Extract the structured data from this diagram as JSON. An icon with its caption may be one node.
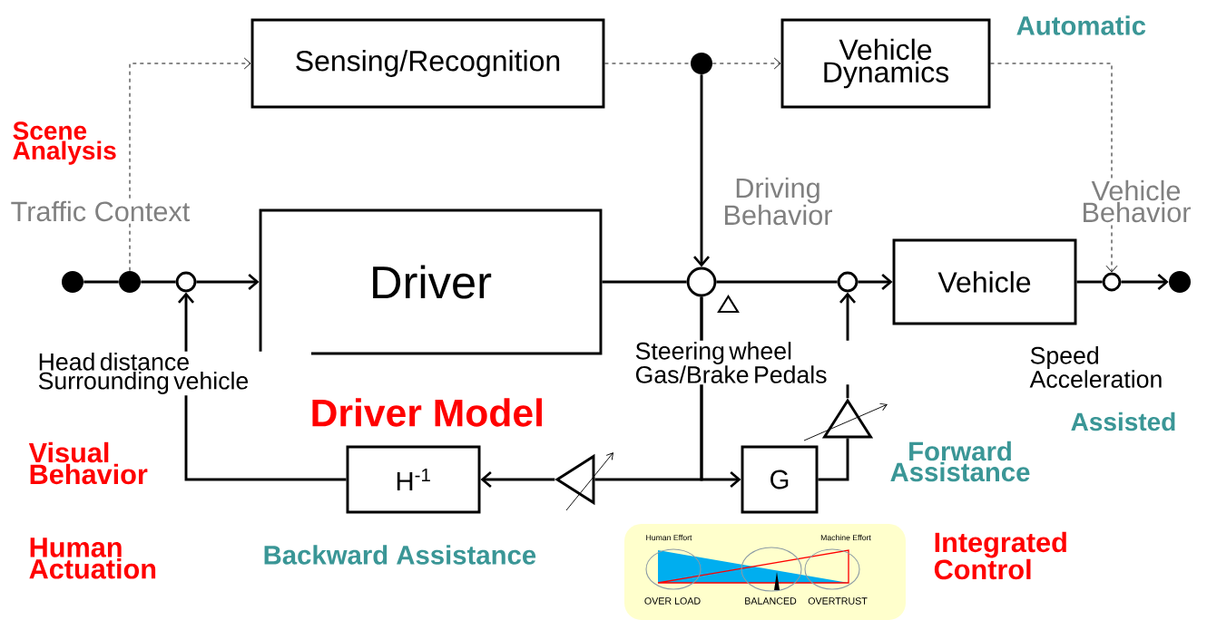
{
  "diagram": {
    "nodes": [
      {
        "text": [
          "Sensing/Recognition"
        ]
      },
      {
        "text": [
          "Vehicle Dynamics"
        ]
      },
      {
        "text": [
          "Driver"
        ]
      },
      {
        "text": [
          "Vehicle"
        ]
      },
      {
        "text": [
          "H$^{-1}$"
        ]
      },
      {
        "text": [
          "G"
        ]
      },
      {
        "text": [],
        "shape": "dot"
      },
      {
        "text": [],
        "shape": "dot"
      },
      {
        "text": [],
        "shape": "circle"
      },
      {
        "text": [],
        "shape": "circle"
      },
      {
        "text": [],
        "shape": "circle"
      },
      {
        "text": [],
        "shape": "circle"
      },
      {
        "text": [],
        "shape": "dot"
      },
      {
        "text": [],
        "shape": "dot"
      },
      {
        "text": [],
        "shape": "triangle"
      },
      {
        "text": [],
        "shape": "triangle"
      },
      {
        "text": [
          "Human Effort",
          "Machine Effort",
          "OVER LOAD",
          "BALANCED",
          "OVERTRUST"
        ]
      }
    ],
    "edges": [
      {
        "from": 6,
        "to": 7,
        "arrow": "none"
      },
      {
        "from": 7,
        "to": 8,
        "arrow": "none"
      },
      {
        "from": 8,
        "to": 2,
        "arrow": "to"
      },
      {
        "from": 7,
        "to": 0,
        "arrow": "to",
        "style": "dashed"
      },
      {
        "from": 0,
        "to": 13,
        "arrow": "none",
        "style": "dashed"
      },
      {
        "from": 13,
        "to": 1,
        "arrow": "to",
        "style": "dashed"
      },
      {
        "from": 13,
        "to": 9,
        "arrow": "to"
      },
      {
        "from": 1,
        "to": 11,
        "arrow": "to",
        "style": "dashed"
      },
      {
        "from": 2,
        "to": 9,
        "arrow": "none"
      },
      {
        "from": 9,
        "to": 10,
        "arrow": "none"
      },
      {
        "from": 10,
        "to": 3,
        "arrow": "to"
      },
      {
        "from": 3,
        "to": 11,
        "arrow": "none"
      },
      {
        "from": 11,
        "to": 12,
        "arrow": "to"
      },
      {
        "from": 9,
        "to": 5,
        "arrow": "to"
      },
      {
        "from": 9,
        "to": 14,
        "arrow": "none"
      },
      {
        "from": 14,
        "to": 4,
        "arrow": "to"
      },
      {
        "from": 4,
        "to": 8,
        "arrow": "to"
      },
      {
        "from": 5,
        "to": 15,
        "arrow": "none"
      },
      {
        "from": 15,
        "to": 10,
        "arrow": "to"
      }
    ],
    "labels": [
      "Automatic",
      "Scene Analysis",
      "Traffic Context",
      "Driving Behavior",
      "Vehicle Behavior",
      "Head distance Surrounding vehicle",
      "Driver Model",
      "Steering wheel Gas/Brake Pedals",
      "Speed Acceleration",
      "Assisted",
      "Visual Behavior",
      "Forward Assistance",
      "Backward Assistance",
      "Human Actuation",
      "Integrated Control"
    ]
  }
}
